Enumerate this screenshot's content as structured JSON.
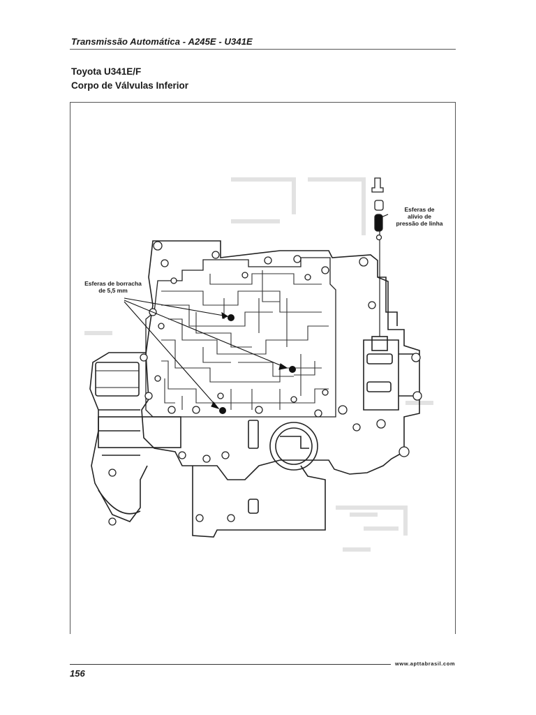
{
  "header": {
    "title": "Transmissão Automática - A245E - U341E"
  },
  "heading": {
    "line1": "Toyota  U341E/F",
    "line2": "Corpo de Válvulas Inferior"
  },
  "figure": {
    "callout_rubber_balls": {
      "line1": "Esferas de borracha",
      "line2": "de 5,5 mm"
    },
    "callout_relief_balls": {
      "line1": "Esferas de",
      "line2": "alívio de",
      "line3": "pressão de linha"
    }
  },
  "footer": {
    "url": "www.apttabrasil.com",
    "page_number": "156"
  }
}
